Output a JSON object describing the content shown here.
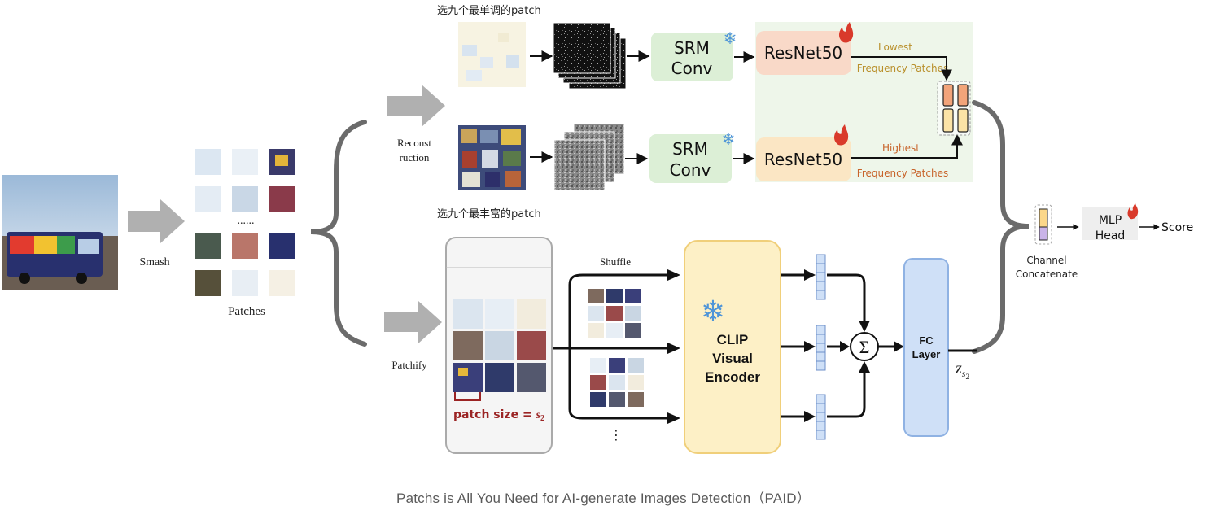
{
  "labels": {
    "smash": "Smash",
    "patches": "Patches",
    "patches_dots": "......",
    "reconstruction_line1": "Reconst",
    "reconstruction_line2": "ruction",
    "patchify": "Patchify",
    "select_monotone": "选九个最单调的patch",
    "select_rich": "选九个最丰富的patch",
    "shuffle": "Shuffle",
    "vertical_dots": "⋮",
    "patch_size_prefix": "patch size = ",
    "patch_size_symbol": "s",
    "patch_size_sub": "2",
    "z_symbol": "z",
    "z_sub": "s",
    "z_subsub": "2",
    "sigma": "Σ",
    "channel_concat_line1": "Channel",
    "channel_concat_line2": "Concatenate",
    "score": "Score",
    "lowest_line1": "Lowest",
    "lowest_line2": "Frequency Patches",
    "highest_line1": "Highest",
    "highest_line2": "Frequency Patches"
  },
  "blocks": {
    "srm_top": {
      "line1": "SRM",
      "line2": "Conv"
    },
    "srm_bottom": {
      "line1": "SRM",
      "line2": "Conv"
    },
    "resnet_top": "ResNet50",
    "resnet_bottom": "ResNet50",
    "clip": {
      "line1": "CLIP",
      "line2": "Visual",
      "line3": "Encoder"
    },
    "fc": {
      "line1": "FC",
      "line2": "Layer"
    },
    "mlp": {
      "line1": "MLP",
      "line2": "Head"
    }
  },
  "icons": {
    "snowflake": "❄",
    "flame": "flame-icon"
  },
  "caption": {
    "text": "Patchs is All You Need for AI-generate Images Detection（PAID）",
    "bold_letters": [
      "P",
      "AI",
      "D"
    ]
  },
  "colors": {
    "srm_fill": "#dcefd6",
    "resnet_top_fill": "#f9d9c8",
    "resnet_bottom_fill": "#fbe6c4",
    "clip_fill": "#fdf0c6",
    "clip_border": "#f0cf7a",
    "fc_fill": "#cfe0f7",
    "fc_border": "#8fb2e3",
    "mlp_fill": "#eeeeee",
    "freq_panel": "#eef6ea",
    "snow": "#4f95d8",
    "flame": "#d93a2b",
    "lowest_text": "#b9902c",
    "highest_text": "#c8642b",
    "patch_size_text": "#9b2424",
    "bracket": "#6b6b6b",
    "arrow_gray": "#b0b0b0"
  }
}
